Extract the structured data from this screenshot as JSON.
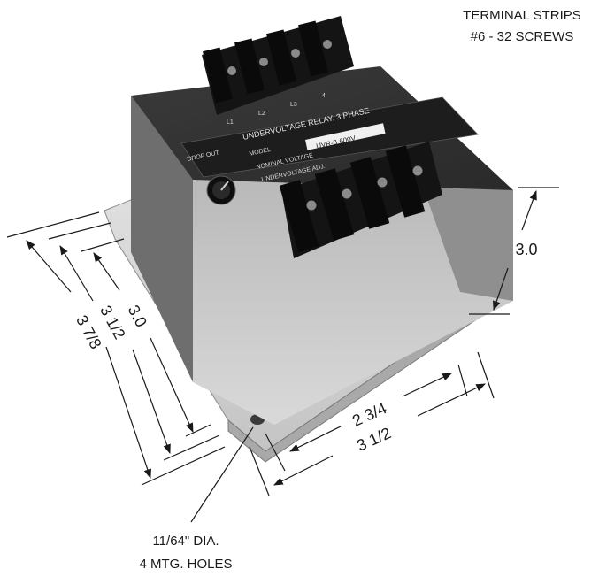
{
  "callouts": {
    "terminal_strips": [
      "TERMINAL STRIPS",
      "#6 - 32 SCREWS"
    ],
    "mounting_holes": [
      "11/64\" DIA.",
      "4 MTG. HOLES"
    ]
  },
  "dimensions": {
    "height": "3.0",
    "depth_inner": "3.0",
    "depth_mid": "3 1/2",
    "depth_outer": "3 7/8",
    "width_inner": "2 3/4",
    "width_outer": "3 1/2"
  },
  "device": {
    "faceplate_title": "UNDERVOLTAGE RELAY, 3 PHASE",
    "faceplate_rows": [
      "MODEL",
      "NOMINAL VOLTAGE",
      "UNDERVOLTAGE ADJ."
    ],
    "model_value": "UVR-3-600V",
    "knob_label": "DROP OUT",
    "terminal_numbers": [
      "L1",
      "L2",
      "L3",
      "4"
    ]
  }
}
